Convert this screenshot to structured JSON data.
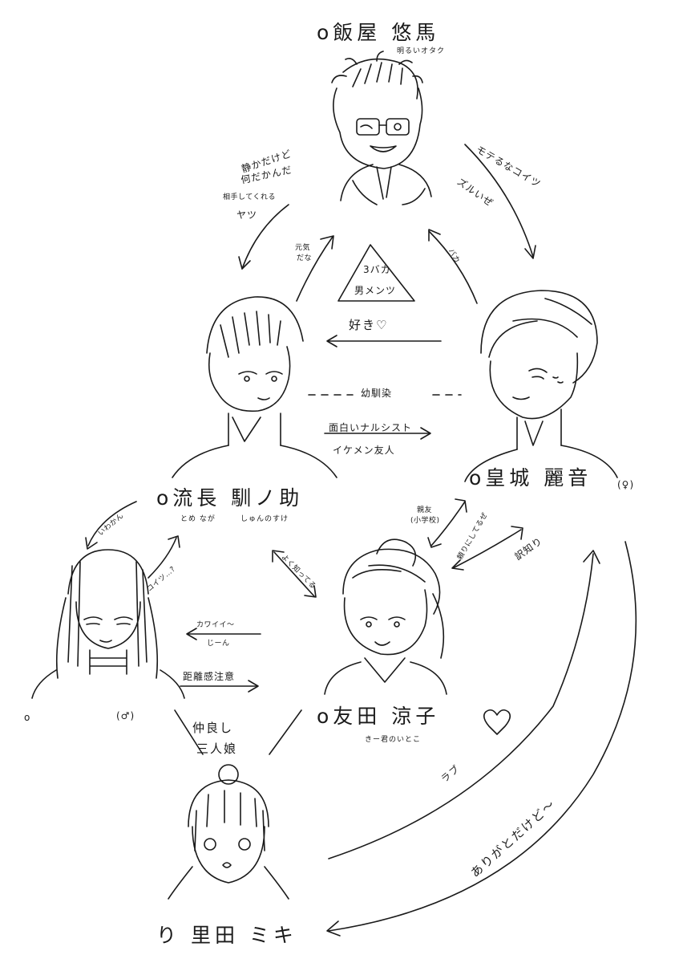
{
  "colors": {
    "ink": "#1a1a1a",
    "paper": "#ffffff"
  },
  "characters": {
    "iiya": {
      "name": "o飯屋 悠馬",
      "note": "明るいオタク"
    },
    "kogi": {
      "name": "o皇城 麗音",
      "note": "(♀)"
    },
    "nagare": {
      "name": "o流長 馴ノ助",
      "reading_1": "とめ なが",
      "reading_2": "しゅんのすけ"
    },
    "girl": {
      "name": "o",
      "note": "(♂)"
    },
    "tomoda": {
      "name": "o友田 涼子",
      "note": "きー君のいとこ"
    },
    "satoda": {
      "name": "り 里田 ミキ"
    }
  },
  "labels": {
    "shizuka_1": "静かだけど",
    "shizuka_2": "何だかんだ",
    "aite_1": "相手してくれる",
    "aite_2": "ヤツ",
    "genki_1": "元気",
    "genki_2": "だな",
    "baka": "バカ",
    "mote_1": "モテるなコイツ",
    "mote_2": "ズルいぜ",
    "group_1": "3バカ",
    "group_2": "男メンツ",
    "suki": "好き♡",
    "osananajimi": "幼馴染",
    "omoshiroi": "面白いナルシスト",
    "ikemen": "イケメン友人",
    "iwakan": "いわかん",
    "koitsu": "コイツ…?",
    "kawaii_1": "カワイイ〜",
    "kawaii_2": "じーん",
    "kyori": "距離感注意",
    "yoku": "よく知ってる",
    "shinyu_1": "親友",
    "shinyu_2": "(小学校)",
    "heart_note": "頼りにしてるぜ",
    "wakeari": "訳知り",
    "nakayoshi_1": "仲良し",
    "nakayoshi_2": "三人娘",
    "love": "ラブ",
    "arigatai": "ありがとだけど〜"
  }
}
